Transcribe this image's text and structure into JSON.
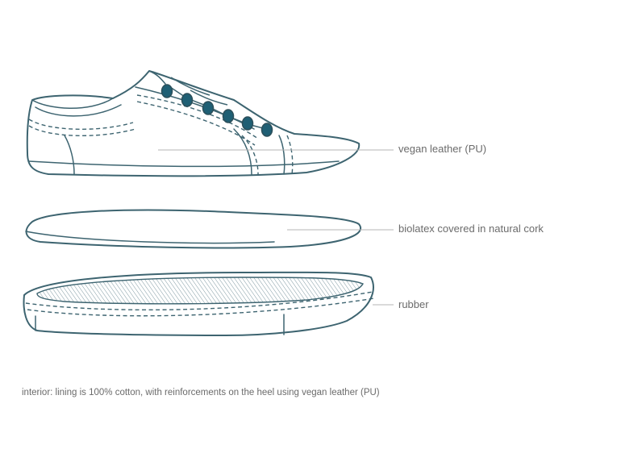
{
  "labels": {
    "upper": "vegan leather (PU)",
    "insole": "biolatex covered in natural cork",
    "sole": "rubber"
  },
  "footnote": "interior: lining is 100% cotton, with reinforcements on the heel using vegan leather (PU)",
  "colors": {
    "outline": "#3d6470",
    "eyelet": "#1f5f74",
    "label_text": "#6b6b6b",
    "leader_line": "#b5b5b5"
  }
}
